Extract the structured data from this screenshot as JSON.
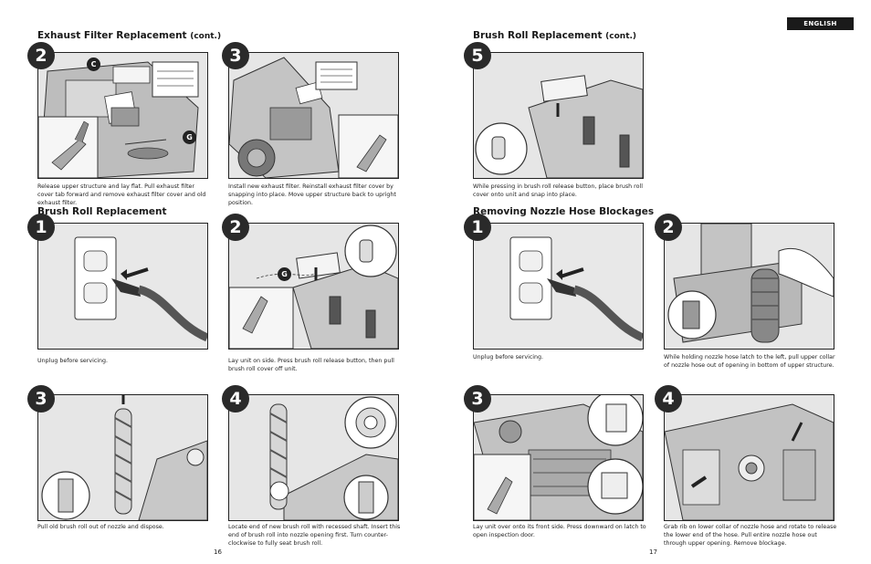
{
  "language_badge": "ENGLISH",
  "left_page": {
    "exhaust_title": "Exhaust Filter Replacement",
    "exhaust_title_suffix": "(cont.)",
    "brushroll_title": "Brush Roll Replacement",
    "page_number": "16",
    "steps": [
      {
        "number": "2",
        "callouts": [
          "C",
          "G"
        ],
        "caption": "Release upper structure and lay flat. Pull exhaust filter cover tab forward and remove exhaust filter cover and old exhaust filter."
      },
      {
        "number": "3",
        "caption": "Install new exhaust filter. Reinstall exhaust filter cover by snapping into place. Move upper structure back to upright position."
      },
      {
        "number": "1",
        "caption": "Unplug before servicing."
      },
      {
        "number": "2",
        "callouts": [
          "G"
        ],
        "caption": "Lay unit on side. Press brush roll release button, then pull brush roll cover off unit."
      },
      {
        "number": "3",
        "caption": "Pull old brush roll out of nozzle and dispose."
      },
      {
        "number": "4",
        "caption": "Locate end of new brush roll with recessed shaft. Insert this end of brush roll into nozzle opening first. Turn counter-clockwise to fully seat brush roll."
      }
    ]
  },
  "right_page": {
    "brushroll_title": "Brush Roll Replacement",
    "brushroll_title_suffix": "(cont.)",
    "nozzle_title": "Removing Nozzle Hose Blockages",
    "page_number": "17",
    "steps": [
      {
        "number": "5",
        "caption": "While pressing in brush roll release button, place brush roll cover onto unit and snap into place."
      },
      {
        "number": "1",
        "caption": "Unplug before servicing."
      },
      {
        "number": "2",
        "caption": "While holding nozzle hose latch to the left, pull upper collar of nozzle hose out of opening in bottom of upper structure."
      },
      {
        "number": "3",
        "caption": "Lay unit over onto its front side. Press downward on latch to open inspection door."
      },
      {
        "number": "4",
        "caption": "Grab rib on lower collar of nozzle hose and rotate to release the lower end of the hose. Pull entire nozzle hose out through upper opening. Remove blockage."
      }
    ]
  }
}
